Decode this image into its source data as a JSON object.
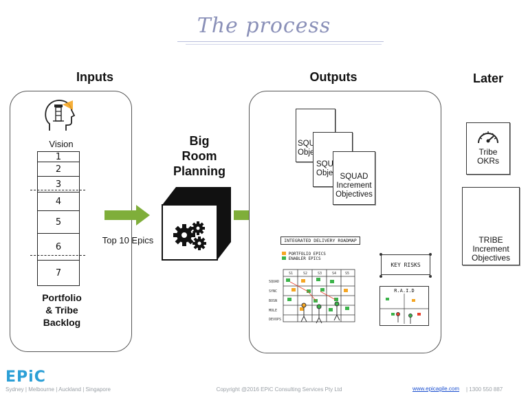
{
  "title": "The process",
  "columns": {
    "inputs": "Inputs",
    "outputs": "Outputs",
    "later": "Later"
  },
  "inputs": {
    "vision_label": "Vision",
    "backlog_items": [
      "1",
      "2",
      "3",
      "4",
      "5",
      "6",
      "7"
    ],
    "backlog_label_line1": "Portfolio",
    "backlog_label_line2": "& Tribe",
    "backlog_label_line3": "Backlog"
  },
  "planning": {
    "line1": "Big",
    "line2": "Room",
    "line3": "Planning",
    "feed_label": "Top 10 Epics"
  },
  "outputs": {
    "doc1_line1": "SQUA",
    "doc1_line2": "Objec",
    "doc2_line1": "SQU",
    "doc2_line2": "Objec",
    "doc3_line1": "SQUAD",
    "doc3_line2": "Increment",
    "doc3_line3": "Objectives",
    "roadmap_title": "INTEGRATED DELIVERY ROADMAP",
    "roadmap_legend1": "PORTFOLIO EPICS",
    "roadmap_legend2": "ENABLER EPICS",
    "roadmap_cols": [
      "S1",
      "S2",
      "S3",
      "S4",
      "S5"
    ],
    "roadmap_rows": [
      "SQUAD",
      "SYNC",
      "BOSN",
      "MOLE",
      "DEVOPS"
    ],
    "risks_label": "KEY RISKS",
    "raid_label": "R.A.I.D"
  },
  "later": {
    "okr_line1": "Tribe",
    "okr_line2": "OKRs",
    "tribe_line1": "TRIBE",
    "tribe_line2": "Increment",
    "tribe_line3": "Objectives"
  },
  "footer": {
    "brand": "EPiC",
    "cities": "Sydney | Melbourne | Auckland | Singapore",
    "copyright": "Copyright @2016 EPiC Consulting Services Pty Ltd",
    "website": "www.epicagile.com",
    "phone": "| 1300 550 887"
  },
  "colors": {
    "arrow_green": "#7fae3a",
    "title_lilac": "#8a90b8",
    "brand_blue": "#2b9fd6",
    "sticky_green": "#3bb34a",
    "sticky_orange": "#f5a623",
    "sticky_red": "#e8412c"
  }
}
